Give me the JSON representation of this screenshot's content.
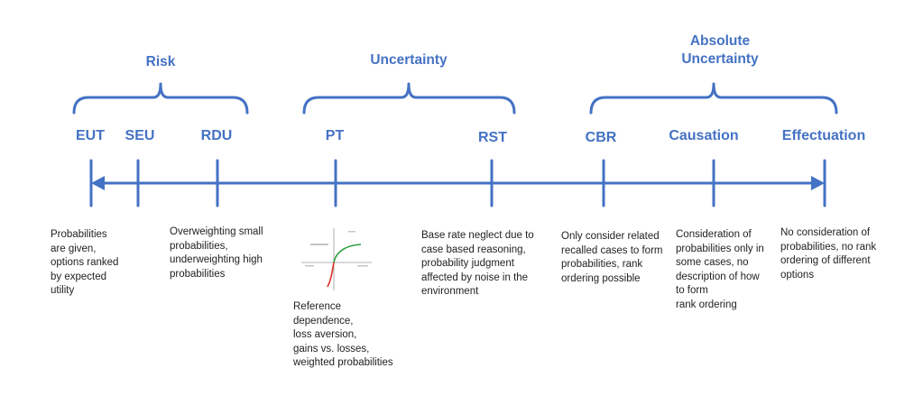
{
  "colors": {
    "accent": "#4472C4",
    "text": "#222222",
    "curve_gain": "#2e9e3e",
    "curve_loss": "#d9322b"
  },
  "groups": [
    {
      "id": "risk",
      "label": "Risk"
    },
    {
      "id": "uncertainty",
      "label": "Uncertainty"
    },
    {
      "id": "absolute",
      "label": "Absolute\nUncertainty"
    }
  ],
  "models": [
    {
      "id": "eut",
      "label": "EUT"
    },
    {
      "id": "seu",
      "label": "SEU"
    },
    {
      "id": "rdu",
      "label": "RDU"
    },
    {
      "id": "pt",
      "label": "PT"
    },
    {
      "id": "rst",
      "label": "RST"
    },
    {
      "id": "cbr",
      "label": "CBR"
    },
    {
      "id": "causation",
      "label": "Causation"
    },
    {
      "id": "effectuation",
      "label": "Effectuation"
    }
  ],
  "descriptions": {
    "eut": "Probabilities\nare given,\noptions ranked\nby expected\nutility",
    "rdu": "Overweighting small\nprobabilities,\nunderweighting high\nprobabilities",
    "pt": "Reference\ndependence,\nloss aversion,\ngains vs. losses,\nweighted probabilities",
    "rst": "Base rate neglect due to\ncase based reasoning,\nprobability judgment\naffected by noise in the\nenvironment",
    "cbr": "Only consider related\nrecalled cases to form\nprobabilities, rank\nordering possible",
    "causation": "Consideration of\nprobabilities only in\nsome cases, no\ndescription of how\nto form\nrank ordering",
    "effectuation": "No consideration of\nprobabilities, no rank\nordering of different\noptions"
  }
}
